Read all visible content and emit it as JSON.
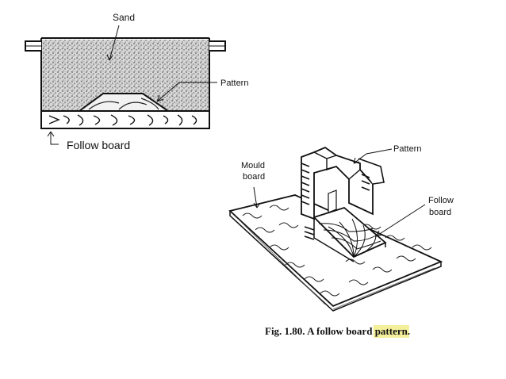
{
  "diagram_top": {
    "sand_label": "Sand",
    "pattern_label": "Pattern",
    "follow_board_label": "Follow board"
  },
  "diagram_bottom": {
    "mould_board_label_line1": "Mould",
    "mould_board_label_line2": "board",
    "pattern_label": "Pattern",
    "follow_board_label_line1": "Follow",
    "follow_board_label_line2": "board"
  },
  "caption": {
    "prefix": "Fig. 1.80. A follow board ",
    "highlighted": "pattern",
    "suffix": "."
  },
  "colors": {
    "highlight": "#f3ef9a",
    "line": "#111111"
  }
}
